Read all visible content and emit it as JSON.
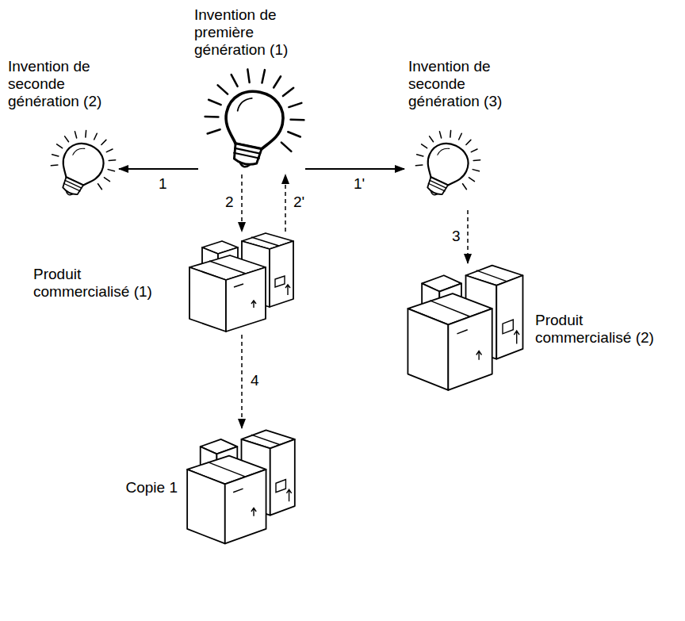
{
  "diagram": {
    "nodes": [
      {
        "text": [
          "Invention de première génération (1)"
        ]
      },
      {
        "text": [
          "Invention de seconde génération (2)"
        ]
      },
      {
        "text": [
          "Invention de seconde génération (3)"
        ]
      },
      {
        "text": [
          "Produit commercialisé (1)"
        ]
      },
      {
        "text": [
          "Produit commercialisé (2)"
        ]
      },
      {
        "text": [
          "Copie 1"
        ]
      }
    ],
    "edges": [
      {
        "from": 0,
        "to": 1,
        "label": "1",
        "arrow": "to"
      },
      {
        "from": 0,
        "to": 2,
        "label": "1'",
        "arrow": "to"
      },
      {
        "from": 0,
        "to": 3,
        "label": "2",
        "arrow": "to"
      },
      {
        "from": 3,
        "to": 0,
        "label": "2'",
        "arrow": "to"
      },
      {
        "from": 2,
        "to": 4,
        "label": "3",
        "arrow": "to"
      },
      {
        "from": 3,
        "to": 5,
        "label": "4",
        "arrow": "to"
      }
    ]
  }
}
